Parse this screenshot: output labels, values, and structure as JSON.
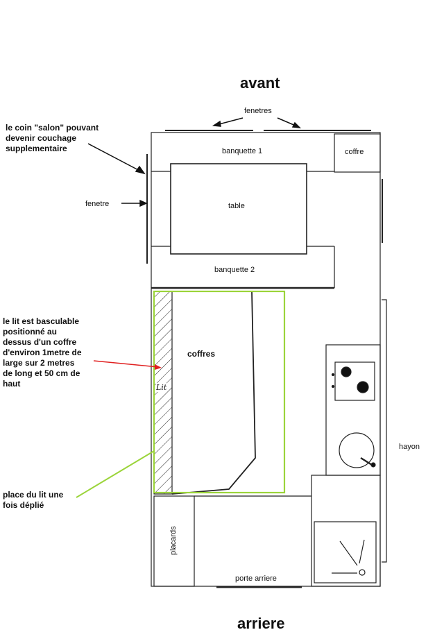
{
  "labels": {
    "front": "avant",
    "rear": "arriere",
    "windows_top": "fenetres",
    "window_left": "fenetre",
    "bench1": "banquette 1",
    "chest_top": "coffre",
    "table": "table",
    "bench2": "banquette 2",
    "chests": "coffres",
    "bed": "Lit",
    "cupboards": "placards",
    "rear_door": "porte arriere",
    "tailgate": "hayon"
  },
  "annotations": {
    "salon": [
      "le coin \"salon\" pouvant",
      "devenir couchage",
      "supplementaire"
    ],
    "bed_tilt": [
      "le lit est basculable",
      "positionné au",
      "dessus d'un coffre",
      "d'environ 1metre de",
      "large sur 2 metres",
      "de long et 50 cm de",
      "haut"
    ],
    "bed_unfolded": [
      "place du lit une",
      "fois déplié"
    ]
  },
  "colors": {
    "red_arrow": "#e02020",
    "green_outline": "#9bd43a"
  }
}
